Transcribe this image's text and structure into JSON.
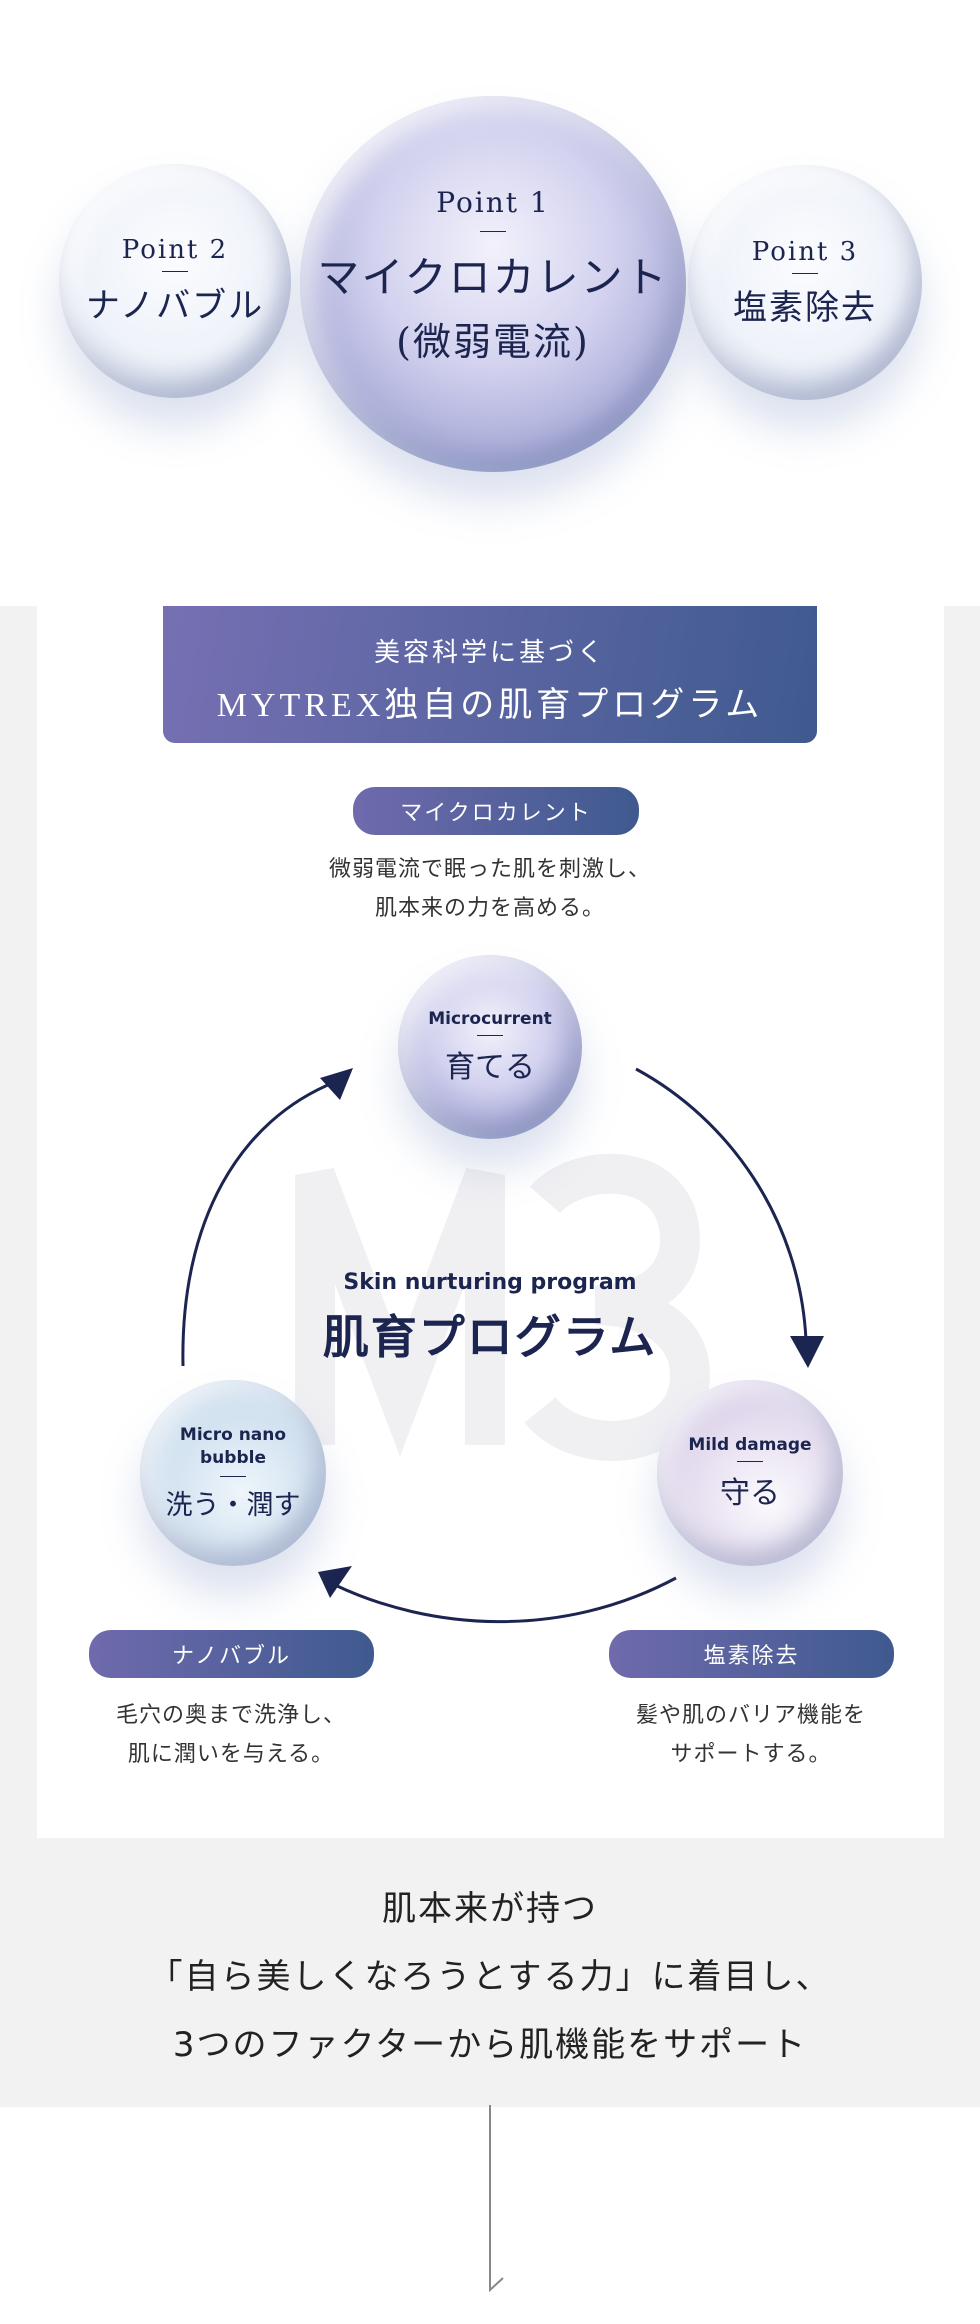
{
  "top_points": [
    {
      "label": "Point 2",
      "title": "ナノバブル"
    },
    {
      "label": "Point 1",
      "title": "マイクロカレント",
      "subtitle": "(微弱電流)"
    },
    {
      "label": "Point 3",
      "title": "塩素除去"
    }
  ],
  "banner": {
    "line1": "美容科学に基づく",
    "line2": "MYTREX独自の肌育プログラム"
  },
  "microcurrent": {
    "pill": "マイクロカレント",
    "desc1": "微弱電流で眠った肌を刺激し、",
    "desc2": "肌本来の力を高める。",
    "ball_en": "Microcurrent",
    "ball_jp": "育てる"
  },
  "center": {
    "watermark": "M3",
    "en": "Skin nurturing program",
    "jp": "肌育プログラム"
  },
  "nanobubble": {
    "pill": "ナノバブル",
    "desc1": "毛穴の奥まで洗浄し、",
    "desc2": "肌に潤いを与える。",
    "ball_en1": "Micro nano",
    "ball_en2": "bubble",
    "ball_jp": "洗う・潤す"
  },
  "chlorine": {
    "pill": "塩素除去",
    "desc1": "髪や肌のバリア機能を",
    "desc2": "サポートする。",
    "ball_en": "Mild damage",
    "ball_jp": "守る"
  },
  "summary": {
    "line1": "肌本来が持つ",
    "line2": "「自ら美しくなろうとする力」に着目し、",
    "line3": "3つのファクターから肌機能をサポート"
  },
  "colors": {
    "navy": "#1c2550",
    "gray_bg": "#f2f2f2",
    "pill_start": "#6f6aad",
    "pill_end": "#3f5a8f"
  }
}
